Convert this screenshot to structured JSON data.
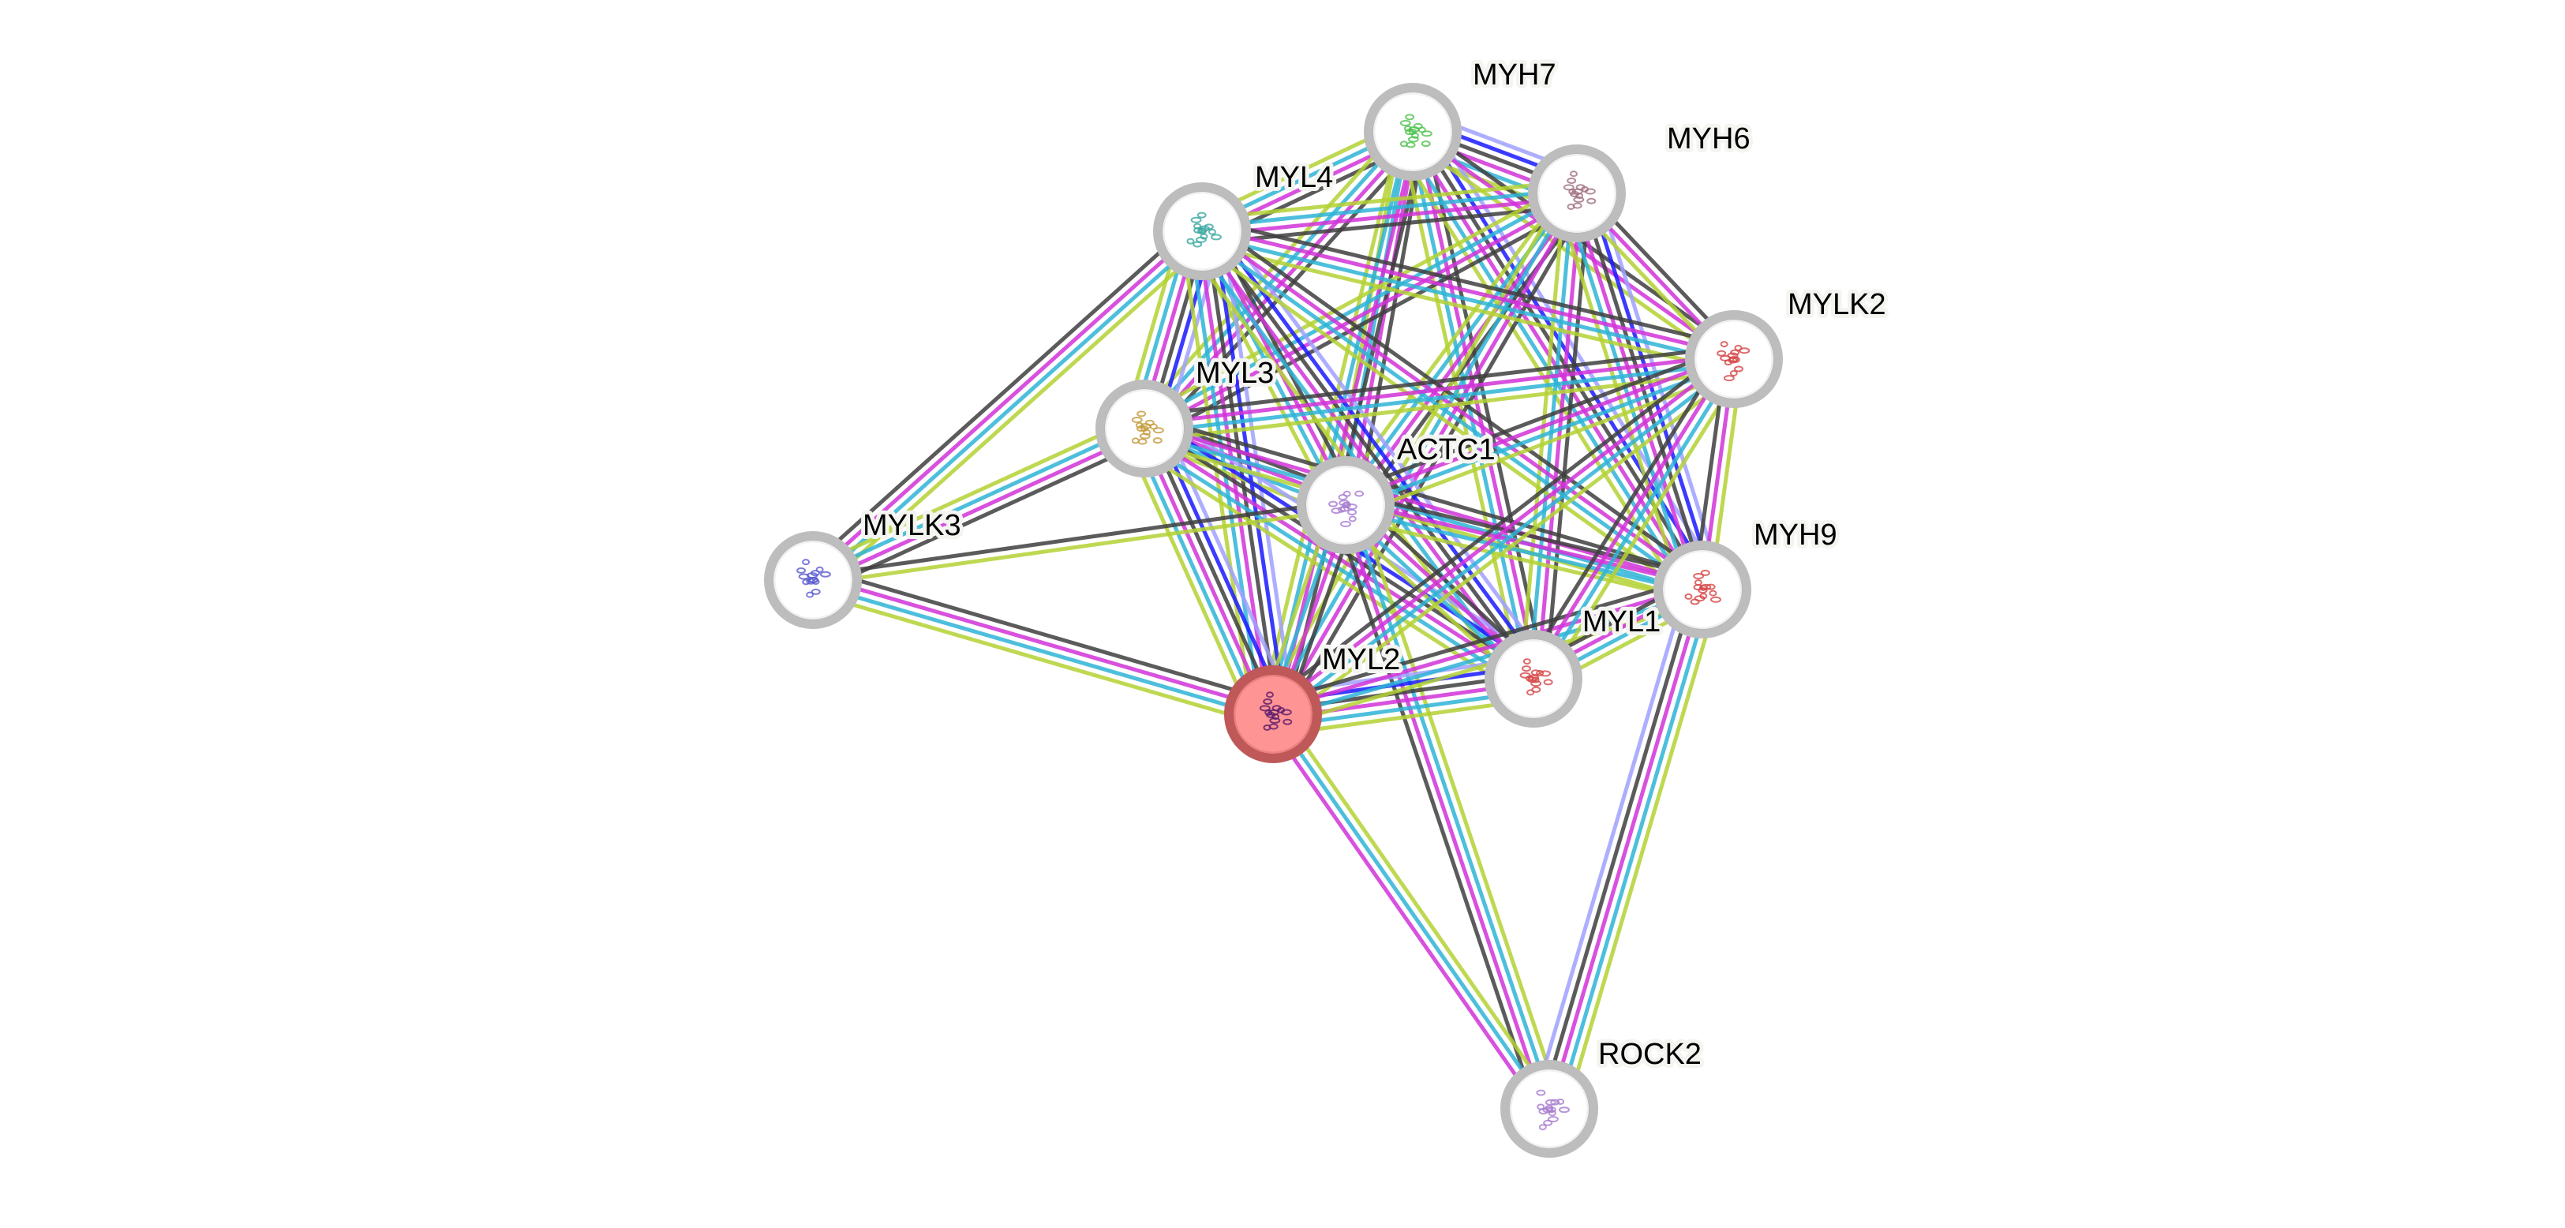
{
  "network": {
    "title": "Protein interaction network",
    "query_protein": "MYL2",
    "edge_type_colors": {
      "curated_db": "#2fb4d6",
      "experimental": "#d233d9",
      "textmining": "#b4d234",
      "coexpression": "#3f3f3f",
      "homology": "#a0a0ff",
      "cooccurrence": "#1a1aff"
    },
    "node_style": {
      "default_fill": "#ffffff",
      "default_ring": "#bdbdbd",
      "query_fill": "#ff9494",
      "query_ring": "#bf5858"
    },
    "nodes": [
      {
        "id": "MYH7",
        "label": "MYH7",
        "glyph_color": "#4cc24c",
        "query": false
      },
      {
        "id": "MYH6",
        "label": "MYH6",
        "glyph_color": "#a07080",
        "query": false
      },
      {
        "id": "MYL4",
        "label": "MYL4",
        "glyph_color": "#3aa6a0",
        "query": false
      },
      {
        "id": "MYLK2",
        "label": "MYLK2",
        "glyph_color": "#d64545",
        "query": false
      },
      {
        "id": "MYL3",
        "label": "MYL3",
        "glyph_color": "#c49a3a",
        "query": false
      },
      {
        "id": "ACTC1",
        "label": "ACTC1",
        "glyph_color": "#a77ccf",
        "query": false
      },
      {
        "id": "MYLK3",
        "label": "MYLK3",
        "glyph_color": "#5a5ad0",
        "query": false
      },
      {
        "id": "MYH9",
        "label": "MYH9",
        "glyph_color": "#d64545",
        "query": false
      },
      {
        "id": "MYL1",
        "label": "MYL1",
        "glyph_color": "#d64545",
        "query": false
      },
      {
        "id": "MYL2",
        "label": "MYL2",
        "glyph_color": "#5a1a6a",
        "query": true
      },
      {
        "id": "ROCK2",
        "label": "ROCK2",
        "glyph_color": "#a77ccf",
        "query": false
      }
    ],
    "edges": [
      {
        "a": "MYH7",
        "b": "MYH6",
        "types": [
          "homology",
          "cooccurrence",
          "coexpression",
          "experimental",
          "curated_db",
          "textmining"
        ]
      },
      {
        "a": "MYH7",
        "b": "MYL4",
        "types": [
          "coexpression",
          "experimental",
          "curated_db",
          "textmining"
        ]
      },
      {
        "a": "MYH7",
        "b": "MYL3",
        "types": [
          "coexpression",
          "experimental",
          "curated_db",
          "textmining"
        ]
      },
      {
        "a": "MYH7",
        "b": "ACTC1",
        "types": [
          "coexpression",
          "experimental",
          "curated_db",
          "textmining"
        ]
      },
      {
        "a": "MYH7",
        "b": "MYL2",
        "types": [
          "coexpression",
          "experimental",
          "curated_db",
          "textmining"
        ]
      },
      {
        "a": "MYH7",
        "b": "MYL1",
        "types": [
          "coexpression",
          "experimental",
          "curated_db",
          "textmining"
        ]
      },
      {
        "a": "MYH7",
        "b": "MYH9",
        "types": [
          "homology",
          "cooccurrence",
          "coexpression",
          "experimental",
          "curated_db",
          "textmining"
        ]
      },
      {
        "a": "MYH7",
        "b": "MYLK2",
        "types": [
          "coexpression",
          "experimental",
          "textmining"
        ]
      },
      {
        "a": "MYH6",
        "b": "MYL4",
        "types": [
          "coexpression",
          "experimental",
          "curated_db",
          "textmining"
        ]
      },
      {
        "a": "MYH6",
        "b": "MYL3",
        "types": [
          "coexpression",
          "experimental",
          "curated_db",
          "textmining"
        ]
      },
      {
        "a": "MYH6",
        "b": "ACTC1",
        "types": [
          "coexpression",
          "experimental",
          "curated_db",
          "textmining"
        ]
      },
      {
        "a": "MYH6",
        "b": "MYL2",
        "types": [
          "coexpression",
          "experimental",
          "curated_db",
          "textmining"
        ]
      },
      {
        "a": "MYH6",
        "b": "MYL1",
        "types": [
          "coexpression",
          "experimental",
          "curated_db",
          "textmining"
        ]
      },
      {
        "a": "MYH6",
        "b": "MYH9",
        "types": [
          "homology",
          "cooccurrence",
          "coexpression",
          "experimental",
          "curated_db",
          "textmining"
        ]
      },
      {
        "a": "MYH6",
        "b": "MYLK2",
        "types": [
          "coexpression",
          "experimental",
          "textmining"
        ]
      },
      {
        "a": "MYL4",
        "b": "MYL3",
        "types": [
          "homology",
          "cooccurrence",
          "coexpression",
          "experimental",
          "curated_db",
          "textmining"
        ]
      },
      {
        "a": "MYL4",
        "b": "ACTC1",
        "types": [
          "coexpression",
          "experimental",
          "curated_db",
          "textmining"
        ]
      },
      {
        "a": "MYL4",
        "b": "MYL2",
        "types": [
          "homology",
          "cooccurrence",
          "coexpression",
          "experimental",
          "curated_db",
          "textmining"
        ]
      },
      {
        "a": "MYL4",
        "b": "MYL1",
        "types": [
          "homology",
          "cooccurrence",
          "coexpression",
          "experimental",
          "curated_db",
          "textmining"
        ]
      },
      {
        "a": "MYL4",
        "b": "MYLK2",
        "types": [
          "coexpression",
          "experimental",
          "curated_db",
          "textmining"
        ]
      },
      {
        "a": "MYL4",
        "b": "MYH9",
        "types": [
          "coexpression",
          "experimental",
          "curated_db",
          "textmining"
        ]
      },
      {
        "a": "MYL4",
        "b": "MYLK3",
        "types": [
          "textmining",
          "curated_db",
          "experimental",
          "coexpression"
        ]
      },
      {
        "a": "MYL3",
        "b": "ACTC1",
        "types": [
          "coexpression",
          "experimental",
          "curated_db",
          "textmining"
        ]
      },
      {
        "a": "MYL3",
        "b": "MYL2",
        "types": [
          "homology",
          "cooccurrence",
          "coexpression",
          "experimental",
          "curated_db",
          "textmining"
        ]
      },
      {
        "a": "MYL3",
        "b": "MYL1",
        "types": [
          "homology",
          "cooccurrence",
          "coexpression",
          "experimental",
          "curated_db",
          "textmining"
        ]
      },
      {
        "a": "MYL3",
        "b": "MYLK2",
        "types": [
          "coexpression",
          "experimental",
          "curated_db",
          "textmining"
        ]
      },
      {
        "a": "MYL3",
        "b": "MYH9",
        "types": [
          "coexpression",
          "experimental",
          "curated_db",
          "textmining"
        ]
      },
      {
        "a": "MYL3",
        "b": "MYLK3",
        "types": [
          "coexpression",
          "experimental",
          "curated_db",
          "textmining"
        ]
      },
      {
        "a": "ACTC1",
        "b": "MYL2",
        "types": [
          "coexpression",
          "experimental",
          "curated_db",
          "textmining"
        ]
      },
      {
        "a": "ACTC1",
        "b": "MYL1",
        "types": [
          "coexpression",
          "experimental",
          "curated_db",
          "textmining"
        ]
      },
      {
        "a": "ACTC1",
        "b": "MYLK2",
        "types": [
          "coexpression",
          "experimental",
          "curated_db",
          "textmining"
        ]
      },
      {
        "a": "ACTC1",
        "b": "MYH9",
        "types": [
          "coexpression",
          "experimental",
          "curated_db",
          "textmining"
        ]
      },
      {
        "a": "ACTC1",
        "b": "MYLK3",
        "types": [
          "textmining",
          "coexpression"
        ]
      },
      {
        "a": "ACTC1",
        "b": "ROCK2",
        "types": [
          "textmining",
          "curated_db",
          "experimental",
          "coexpression"
        ]
      },
      {
        "a": "MYL2",
        "b": "MYL1",
        "types": [
          "homology",
          "cooccurrence",
          "coexpression",
          "experimental",
          "curated_db",
          "textmining"
        ]
      },
      {
        "a": "MYL2",
        "b": "MYLK2",
        "types": [
          "coexpression",
          "experimental",
          "curated_db",
          "textmining"
        ]
      },
      {
        "a": "MYL2",
        "b": "MYH9",
        "types": [
          "coexpression",
          "experimental",
          "curated_db",
          "textmining"
        ]
      },
      {
        "a": "MYL2",
        "b": "MYLK3",
        "types": [
          "textmining",
          "curated_db",
          "experimental",
          "coexpression"
        ]
      },
      {
        "a": "MYL2",
        "b": "ROCK2",
        "types": [
          "textmining",
          "curated_db",
          "experimental"
        ]
      },
      {
        "a": "MYL1",
        "b": "MYLK2",
        "types": [
          "coexpression",
          "experimental",
          "curated_db",
          "textmining"
        ]
      },
      {
        "a": "MYL1",
        "b": "MYH9",
        "types": [
          "coexpression",
          "experimental",
          "curated_db",
          "textmining"
        ]
      },
      {
        "a": "MYH9",
        "b": "MYLK2",
        "types": [
          "coexpression",
          "experimental",
          "textmining"
        ]
      },
      {
        "a": "MYH9",
        "b": "ROCK2",
        "types": [
          "textmining",
          "curated_db",
          "experimental",
          "coexpression",
          "homology"
        ]
      }
    ]
  }
}
